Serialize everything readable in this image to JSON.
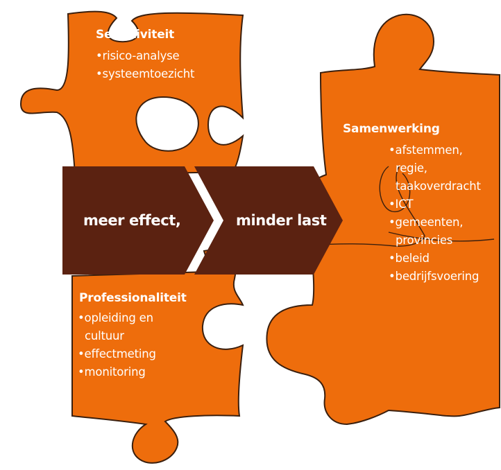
{
  "colors": {
    "piece_fill": "#ee6d0c",
    "piece_stroke": "#3a1f0e",
    "arrow_fill": "#5b2211",
    "text": "#ffffff"
  },
  "pieces": {
    "selectiviteit": {
      "title": "Selectiviteit",
      "items": [
        "risico-analyse",
        "systeemtoezicht"
      ]
    },
    "samenwerking": {
      "title": "Samenwerking",
      "items": [
        "afstemmen,",
        "regie,",
        "taakoverdracht",
        "ICT",
        "gemeenten,",
        "provincies",
        "beleid",
        "bedrijfsvoering"
      ]
    },
    "professionaliteit": {
      "title": "Professionaliteit",
      "items": [
        "opleiding en",
        "cultuur",
        "effectmeting",
        "monitoring"
      ]
    }
  },
  "arrows": {
    "left_label": "meer effect,",
    "right_label": "minder last"
  },
  "bullet_glyph": "•"
}
